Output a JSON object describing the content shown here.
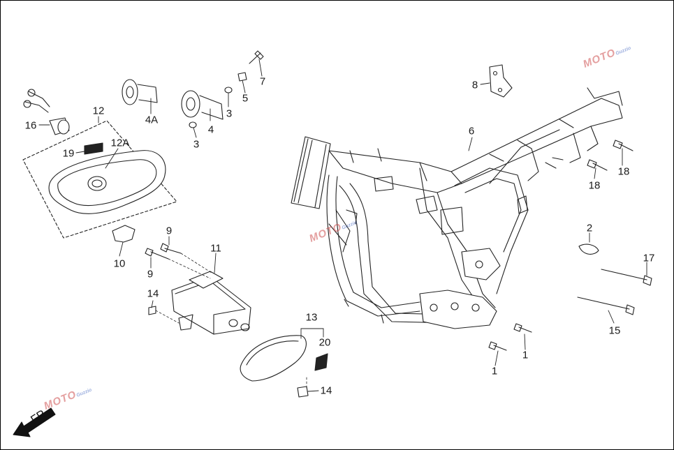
{
  "diagram": {
    "callouts": [
      {
        "id": "c16",
        "text": "16"
      },
      {
        "id": "c12",
        "text": "12"
      },
      {
        "id": "c19",
        "text": "19"
      },
      {
        "id": "c12a",
        "text": "12A"
      },
      {
        "id": "c10",
        "text": "10"
      },
      {
        "id": "c4a",
        "text": "4A"
      },
      {
        "id": "c4",
        "text": "4"
      },
      {
        "id": "c3a",
        "text": "3"
      },
      {
        "id": "c3b",
        "text": "3"
      },
      {
        "id": "c5",
        "text": "5"
      },
      {
        "id": "c7",
        "text": "7"
      },
      {
        "id": "c8",
        "text": "8"
      },
      {
        "id": "c6",
        "text": "6"
      },
      {
        "id": "c18a",
        "text": "18"
      },
      {
        "id": "c18b",
        "text": "18"
      },
      {
        "id": "c2",
        "text": "2"
      },
      {
        "id": "c17",
        "text": "17"
      },
      {
        "id": "c15",
        "text": "15"
      },
      {
        "id": "c1a",
        "text": "1"
      },
      {
        "id": "c1b",
        "text": "1"
      },
      {
        "id": "c9a",
        "text": "9"
      },
      {
        "id": "c9b",
        "text": "9"
      },
      {
        "id": "c11",
        "text": "11"
      },
      {
        "id": "c14a",
        "text": "14"
      },
      {
        "id": "c13",
        "text": "13"
      },
      {
        "id": "c20",
        "text": "20"
      },
      {
        "id": "c14b",
        "text": "14"
      }
    ],
    "direction_label": "FR.",
    "watermark": {
      "text": "MOTO",
      "subtext": "Guzzio"
    }
  }
}
